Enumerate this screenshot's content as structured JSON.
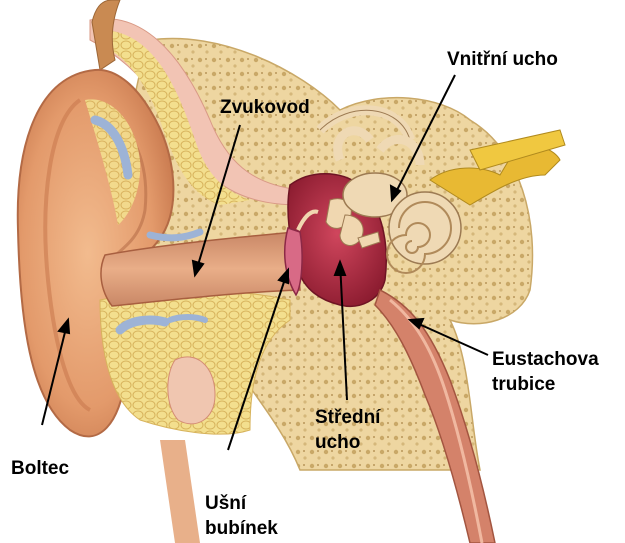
{
  "labels": {
    "inner_ear": "Vnitřní ucho",
    "ear_canal": "Zvukovod",
    "eustachian": [
      "Eustachova",
      "trubice"
    ],
    "middle_ear": [
      "Střední",
      "ucho"
    ],
    "auricle": "Boltec",
    "eardrum": [
      "Ušní",
      "bubínek"
    ]
  },
  "colors": {
    "skin": "#e9a77a",
    "skin_dark": "#c97a4f",
    "skin_shadow": "#b36a45",
    "bone": "#eed6a1",
    "bone_dark": "#c9a867",
    "cartilage": "#f4e6a8",
    "pink_tissue": "#e7a6a0",
    "cavity": "#b8283f",
    "cavity_dark": "#7e1a2c",
    "cochlea": "#efd9b4",
    "nerve": "#e8b933",
    "blue_vessel": "#9db3d6",
    "eardrum": "#d86a86",
    "arrow": "#000000"
  }
}
